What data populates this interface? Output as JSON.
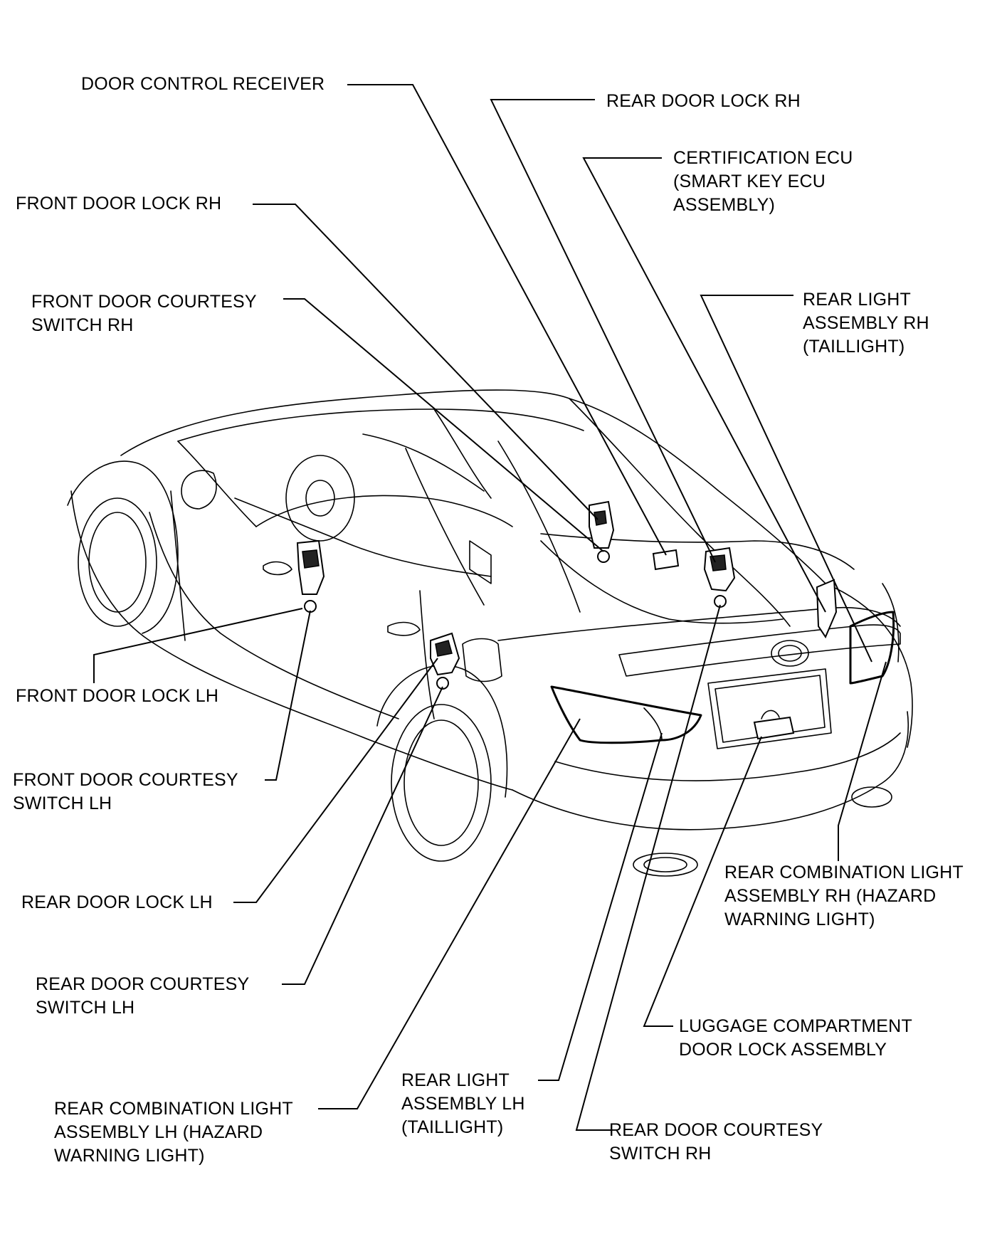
{
  "labels": {
    "door_control_receiver": [
      "DOOR CONTROL RECEIVER"
    ],
    "rear_door_lock_rh": [
      "REAR DOOR LOCK RH"
    ],
    "certification_ecu": [
      "CERTIFICATION ECU",
      "(SMART KEY ECU",
      "ASSEMBLY)"
    ],
    "front_door_lock_rh": [
      "FRONT DOOR LOCK RH"
    ],
    "front_door_courtesy_switch_rh": [
      "FRONT DOOR COURTESY",
      "SWITCH RH"
    ],
    "rear_light_assembly_rh": [
      "REAR LIGHT",
      "ASSEMBLY RH",
      "(TAILLIGHT)"
    ],
    "front_door_lock_lh": [
      "FRONT DOOR LOCK LH"
    ],
    "front_door_courtesy_switch_lh": [
      "FRONT DOOR COURTESY",
      "SWITCH LH"
    ],
    "rear_door_lock_lh": [
      "REAR DOOR LOCK LH"
    ],
    "rear_door_courtesy_switch_lh": [
      "REAR DOOR COURTESY",
      "SWITCH LH"
    ],
    "rear_combination_light_lh": [
      "REAR COMBINATION LIGHT",
      "ASSEMBLY LH (HAZARD",
      "WARNING LIGHT)"
    ],
    "rear_light_assembly_lh": [
      "REAR LIGHT",
      "ASSEMBLY LH",
      "(TAILLIGHT)"
    ],
    "rear_combination_light_rh": [
      "REAR COMBINATION LIGHT",
      "ASSEMBLY RH (HAZARD",
      "WARNING LIGHT)"
    ],
    "luggage_compartment_door_lock": [
      "LUGGAGE COMPARTMENT",
      "DOOR LOCK ASSEMBLY"
    ],
    "rear_door_courtesy_switch_rh": [
      "REAR DOOR COURTESY",
      "SWITCH RH"
    ]
  }
}
